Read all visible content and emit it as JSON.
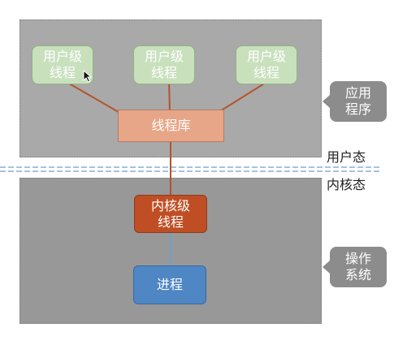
{
  "user_threads": [
    {
      "line1": "用户级",
      "line2": "线程"
    },
    {
      "line1": "用户级",
      "line2": "线程"
    },
    {
      "line1": "用户级",
      "line2": "线程"
    }
  ],
  "thread_library": "线程库",
  "kernel_thread": {
    "line1": "内核级",
    "line2": "线程"
  },
  "process": "进程",
  "side_labels": {
    "app": {
      "line1": "应用",
      "line2": "程序"
    },
    "os": {
      "line1": "操作",
      "line2": "系统"
    }
  },
  "mode_labels": {
    "user": "用户态",
    "kernel": "内核态"
  },
  "colors": {
    "user_thread": "#c9e0bd",
    "thread_library": "#e8a688",
    "kernel_thread": "#bf4e24",
    "process": "#4f86c4",
    "connector": "#b5532b",
    "divider": "#6f9fcf"
  }
}
